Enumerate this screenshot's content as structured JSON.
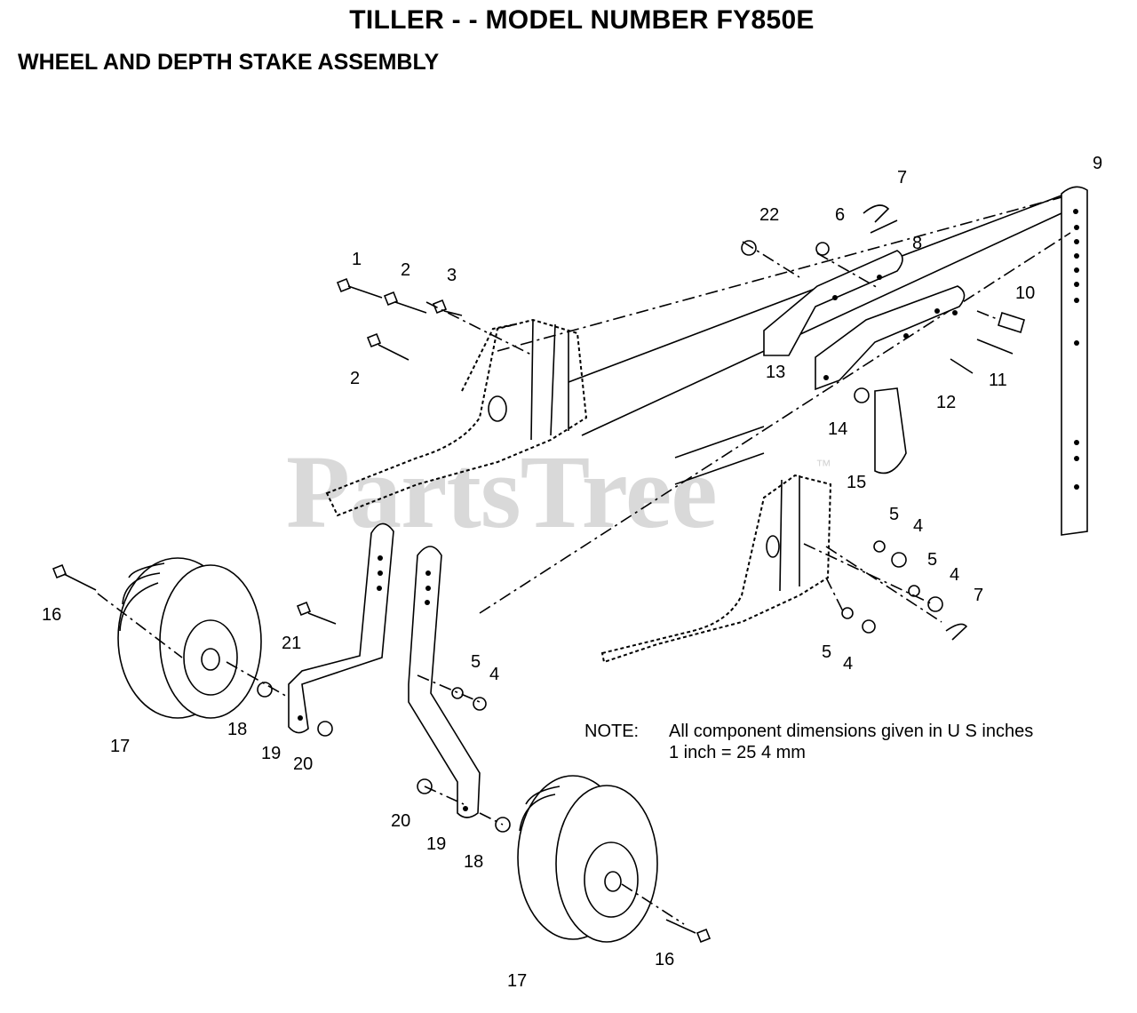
{
  "title": "TILLER - - MODEL NUMBER FY850E",
  "subtitle": "WHEEL AND DEPTH STAKE ASSEMBLY",
  "note": {
    "label": "NOTE:",
    "line1": "All component dimensions given in U S  inches",
    "line2": "1 inch = 25 4 mm"
  },
  "watermark": "PartsTree",
  "trademark": "™",
  "callouts": {
    "c1": "1",
    "c2a": "2",
    "c2b": "2",
    "c3": "3",
    "c4a": "4",
    "c4b": "4",
    "c4c": "4",
    "c4d": "4",
    "c5a": "5",
    "c5b": "5",
    "c5c": "5",
    "c5d": "5",
    "c6": "6",
    "c7a": "7",
    "c7b": "7",
    "c8": "8",
    "c9": "9",
    "c10": "10",
    "c11": "11",
    "c12": "12",
    "c13": "13",
    "c14": "14",
    "c15": "15",
    "c16a": "16",
    "c16b": "16",
    "c17a": "17",
    "c17b": "17",
    "c18a": "18",
    "c18b": "18",
    "c19a": "19",
    "c19b": "19",
    "c20a": "20",
    "c20b": "20",
    "c21": "21",
    "c22": "22"
  }
}
